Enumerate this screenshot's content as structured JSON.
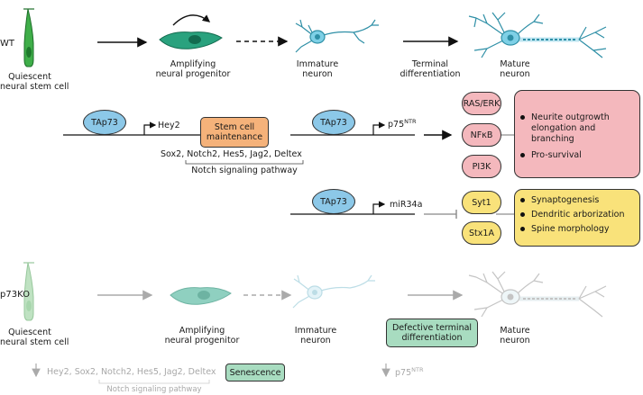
{
  "rows": {
    "wt": "WT",
    "ko": "p73KO"
  },
  "stages": {
    "stem": [
      "Quiescent",
      "neural stem cell"
    ],
    "progenitor": [
      "Amplifying",
      "neural progenitor"
    ],
    "immature": [
      "Immature",
      "neuron"
    ],
    "terminal": [
      "Terminal",
      "differentiation"
    ],
    "mature": [
      "Mature",
      "neuron"
    ]
  },
  "tap73": "TAp73",
  "hey2": "Hey2",
  "stem_maint": [
    "Stem cell",
    "maintenance"
  ],
  "p75": "p75",
  "ntr": "NTR",
  "notch_genes": "Sox2, Notch2, Hes5, Jag2, Deltex",
  "notch_pathway": "Notch signaling pathway",
  "signals": [
    "RAS/ERK",
    "NFκB",
    "PI3K"
  ],
  "effects_pink": [
    "Neurite outgrowth elongation and branching",
    "Pro-survival"
  ],
  "mir": "miR34a",
  "syt": [
    "Syt1",
    "Stx1A"
  ],
  "effects_yellow": [
    "Synaptogenesis",
    "Dendritic arborization",
    "Spine morphology"
  ],
  "defective": [
    "Defective terminal",
    "differentiation"
  ],
  "ko_genes": "Hey2, Sox2, Notch2, Hes5, Jag2, Deltex",
  "senescence": "Senescence",
  "colors": {
    "stem_wt": "#3fae49",
    "progenitor_wt": "#2aa27e",
    "neuron_wt": "#2e8fa6",
    "neuron_body_wt": "#7ed0e6",
    "tap73": "#8cc8e8",
    "stem_maint": "#f5b27a",
    "pink": "#f4b8bd",
    "yellow": "#f9e27a",
    "ko_box": "#a8dcc0",
    "grey": "#a8a8a8"
  }
}
